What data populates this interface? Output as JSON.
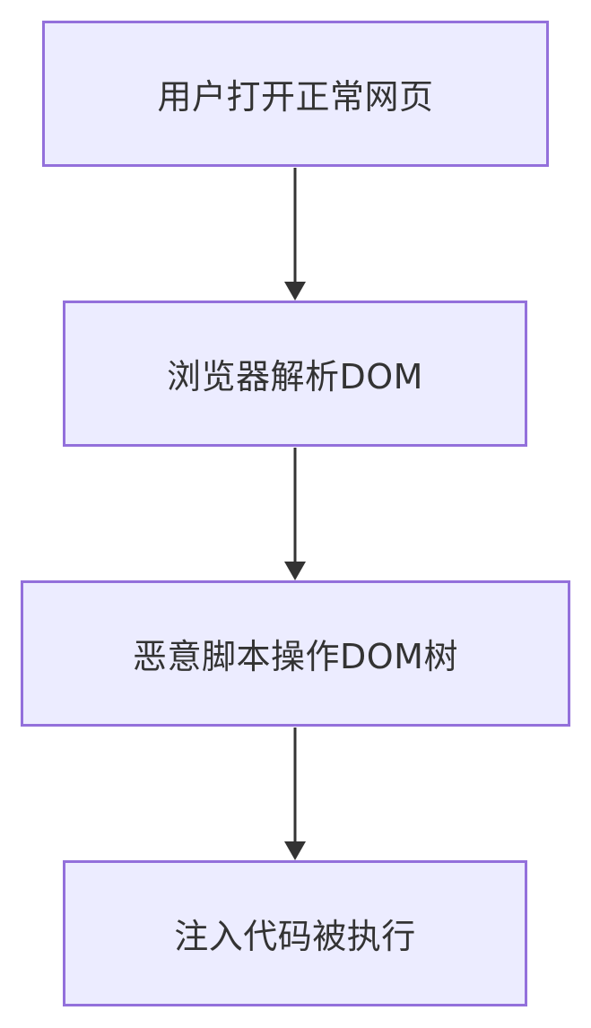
{
  "diagram": {
    "type": "flowchart",
    "direction": "top-to-bottom",
    "colors": {
      "node_fill": "#ececff",
      "node_border": "#9370db",
      "edge": "#333333",
      "text": "#333333"
    },
    "nodes": [
      {
        "id": "n1",
        "label": "用户打开正常网页"
      },
      {
        "id": "n2",
        "label": "浏览器解析DOM"
      },
      {
        "id": "n3",
        "label": "恶意脚本操作DOM树"
      },
      {
        "id": "n4",
        "label": "注入代码被执行"
      }
    ],
    "edges": [
      {
        "from": "n1",
        "to": "n2"
      },
      {
        "from": "n2",
        "to": "n3"
      },
      {
        "from": "n3",
        "to": "n4"
      }
    ]
  }
}
